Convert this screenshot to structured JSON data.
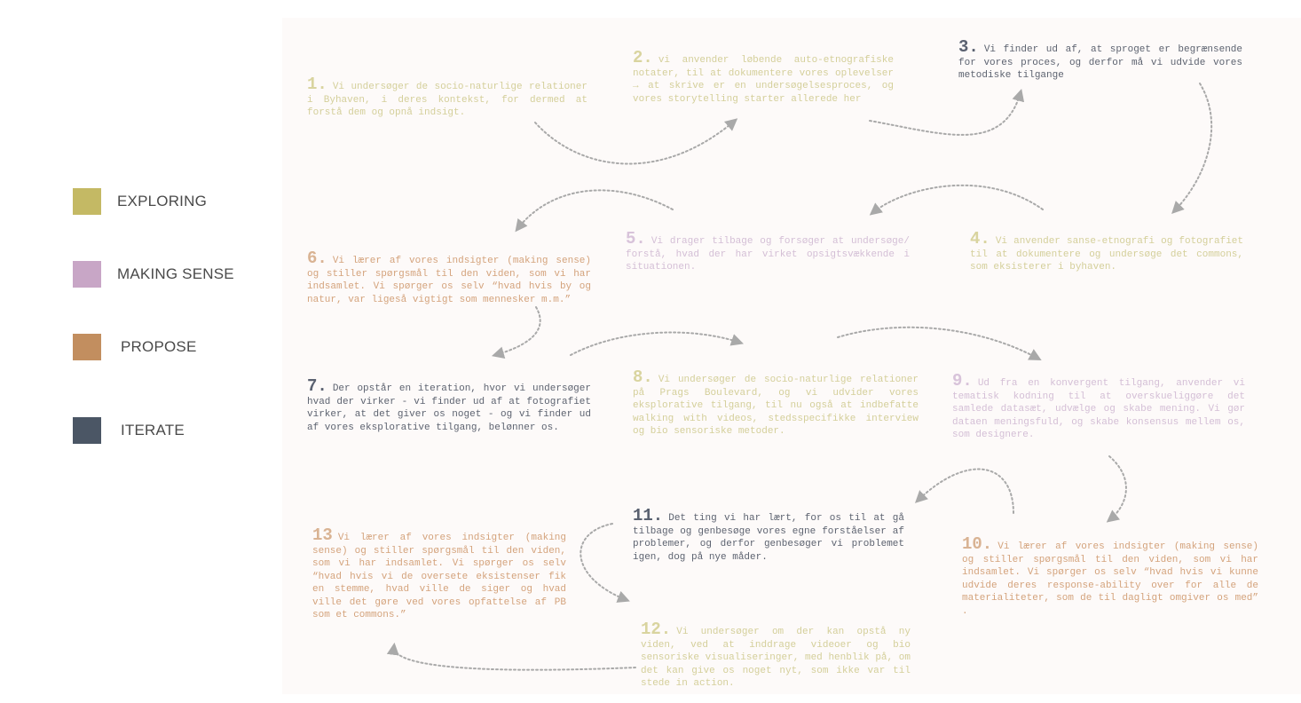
{
  "legend": [
    {
      "label": "EXPLORING",
      "color": "#c4b964"
    },
    {
      "label": "MAKING SENSE",
      "color": "#c8a6c6"
    },
    {
      "label": "PROPOSE",
      "color": "#c28e5f"
    },
    {
      "label": "ITERATE",
      "color": "#4b5665"
    }
  ],
  "steps": [
    {
      "num": "1.",
      "text": "Vi undersøger de socio-naturlige relationer i   Byhaven, i deres kontekst, for  dermed at forstå dem og opnå indsigt.",
      "category": "exploring"
    },
    {
      "num": "2.",
      "text": "vi anvender løbende auto-etnografiske notater, til at dokumentere vores oplevelser → at skrive er en undersøgelsesproces, og vores storytelling  starter allerede her",
      "category": "exploring"
    },
    {
      "num": "3.",
      "text": "Vi finder ud af, at sproget er begrænsende for vores proces, og derfor må vi udvide vores    metodiske tilgange",
      "category": "iterate"
    },
    {
      "num": "4.",
      "text": "Vi anvender sanse-etnografi og fotografiet til at dokumentere og undersøge det commons, som eksisterer i byhaven.",
      "category": "exploring"
    },
    {
      "num": "5.",
      "text": "Vi drager tilbage og forsøger at undersøge/ forstå, hvad der har virket opsigtsvækkende i situationen.",
      "category": "sense"
    },
    {
      "num": "6.",
      "text": "Vi lærer af vores indsigter (making sense) og stiller spørgsmål til den viden, som vi har indsamlet. Vi spørger os selv “hvad  hvis by og natur, var ligeså vigtigt som mennesker m.m.”",
      "category": "propose"
    },
    {
      "num": "7.",
      "text": "Der opstår en iteration, hvor vi undersøger hvad der virker - vi finder ud af at fotografiet virker, at det giver os noget - og vi finder ud af vores eksplorative tilgang, belønner os.",
      "category": "iterate"
    },
    {
      "num": "8.",
      "text": "Vi undersøger de socio-naturlige relationer på Prags Boulevard, og vi udvider vores eksplorative tilgang, til nu også at indbefatte walking with videos, stedsspecifikke interview og bio sensoriske metoder.",
      "category": "exploring"
    },
    {
      "num": "9.",
      "text": "Ud fra  en konvergent tilgang, anvender vi tematisk kodning til at overskueliggøre det samlede datasæt, udvælge og skabe mening. Vi gør dataen meningsfuld, og skabe konsensus mellem os, som designere.",
      "category": "sense"
    },
    {
      "num": "10.",
      "text": "Vi lærer af vores indsigter (making sense) og stiller spørgsmål til den viden, som vi har indsamlet. Vi spørger os selv “hvad hvis vi kunne udvide deres response-ability over for alle de materialiteter, som de til dagligt omgiver os med” .",
      "category": "propose"
    },
    {
      "num": "11.",
      "text": "Det ting vi har lært, for os til at gå tilbage og genbesøge vores egne forståelser af problemer, og derfor genbesøger vi problemet igen, dog på nye måder.",
      "category": "iterate"
    },
    {
      "num": "12.",
      "text": "Vi undersøger om der kan opstå ny viden, ved at inddrage videoer og bio sensoriske visualiseringer, med henblik på, om det kan give os noget nyt, som ikke var til stede in action.",
      "category": "exploring"
    },
    {
      "num": "13",
      "text": "Vi lærer af vores indsigter (making sense) og stiller spørgsmål til den viden, som vi har indsamlet. Vi spørger os selv “hvad hvis vi de oversete eksistenser fik en stemme, hvad ville de siger og hvad ville det gøre ved vores opfattelse af PB som et commons.”",
      "category": "propose"
    }
  ]
}
